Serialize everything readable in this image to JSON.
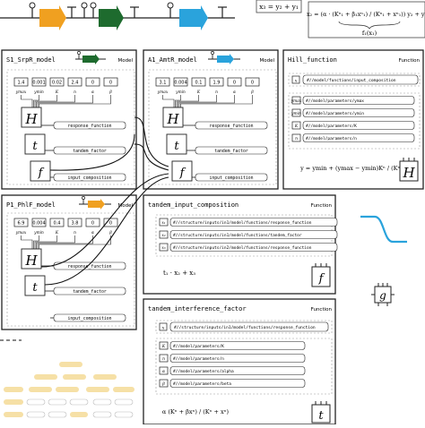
{
  "top_circuit": {
    "gene_colors": [
      "#f0a020",
      "#1e6b2e",
      "#2aa3dc"
    ]
  },
  "top_formula": {
    "lhs": "x₃ = y₂ + y₁",
    "main": "x₂ = (α · (Kⁿ₁ + β₁xⁿ₁) / (Kⁿ₁ + xⁿ₁)) y₂ + y₁",
    "underbrace_label": "f₁(x₁)"
  },
  "panels": {
    "srpr": {
      "title": "S1_SrpR_model",
      "kind": "Model",
      "params": [
        "1.4",
        "0.001",
        "0.02",
        "2.4",
        "0",
        "0"
      ],
      "param_labels": [
        "ymax",
        "ymin",
        "K",
        "n",
        "α",
        "β"
      ],
      "H_label": "H",
      "t_label": "t",
      "f_label": "f",
      "ports": [
        "response_function",
        "tandem_factor",
        "input_composition"
      ]
    },
    "amtr": {
      "title": "A1_AmtR_model",
      "kind": "Model",
      "params": [
        "3.1",
        "0.004",
        "0.1",
        "1.9",
        "0",
        "0"
      ],
      "param_labels": [
        "ymax",
        "ymin",
        "K",
        "n",
        "α",
        "β"
      ],
      "H_label": "H",
      "t_label": "t",
      "f_label": "f",
      "ports": [
        "response_function",
        "tandem_factor",
        "input_composition"
      ]
    },
    "phlf": {
      "title": "P1_PhlF_model",
      "kind": "Model",
      "params": [
        "6.9",
        "0.004",
        "0.4",
        "3.8",
        "0",
        "0"
      ],
      "param_labels": [
        "ymax",
        "ymin",
        "K",
        "n",
        "α",
        "β"
      ],
      "H_label": "H",
      "t_label": "t",
      "ports": [
        "response_function",
        "tandem_factor",
        "input_composition"
      ]
    },
    "hill": {
      "title": "Hill_function",
      "kind": "Function",
      "x_ref": "#//model/functions/input_composition",
      "refs": [
        {
          "sym": "ymax",
          "path": "#//model/parameters/ymax"
        },
        {
          "sym": "ymin",
          "path": "#//model/parameters/ymin"
        },
        {
          "sym": "K",
          "path": "#//model/parameters/K"
        },
        {
          "sym": "n",
          "path": "#//model/parameters/n"
        }
      ],
      "formula": "y = ymin + (ymax − ymin)Kⁿ / (Kⁿ + xⁿ)",
      "icon": "H"
    },
    "tic": {
      "title": "tandem_input_composition",
      "kind": "Function",
      "refs": [
        {
          "sym": "x₁",
          "path": "#//structure/inputs/in1/model/functions/response_function"
        },
        {
          "sym": "x₂",
          "path": "#//structure/inputs/in1/model/functions/tandem_factor"
        },
        {
          "sym": "x₃",
          "path": "#//structure/inputs/in2/model/functions/response_function"
        }
      ],
      "formula": "t₁ · x₂ + x₃",
      "icon": "f"
    },
    "tif": {
      "title": "tandem_interference_factor",
      "kind": "Function",
      "x_ref": "#//structure/inputs/in1/model/functions/response_function",
      "refs": [
        {
          "sym": "K",
          "path": "#//model/parameters/K"
        },
        {
          "sym": "n",
          "path": "#//model/parameters/n"
        },
        {
          "sym": "α",
          "path": "#//model/parameters/alpha"
        },
        {
          "sym": "β",
          "path": "#//model/parameters/beta"
        }
      ],
      "formula": "α (Kⁿ + βxⁿ) / (Kⁿ + xⁿ)",
      "icon": "t"
    }
  },
  "side_icon": "g"
}
